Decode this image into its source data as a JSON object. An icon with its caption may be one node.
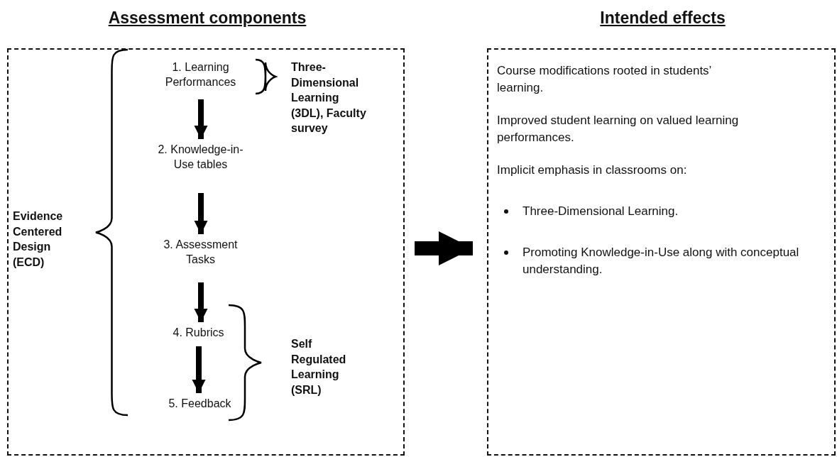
{
  "diagram": {
    "nodes": [
      {
        "text": [
          "Assessment components"
        ]
      },
      {
        "text": [
          "1. Learning Performances"
        ],
        "in": 0
      },
      {
        "text": [
          "2. Knowledge-in-Use tables"
        ],
        "in": 0
      },
      {
        "text": [
          "3. Assessment Tasks"
        ],
        "in": 0
      },
      {
        "text": [
          "4. Rubrics"
        ],
        "in": 0
      },
      {
        "text": [
          "5. Feedback"
        ],
        "in": 0
      },
      {
        "text": [
          "Intended effects",
          "Course modifications rooted in students’ learning.",
          "Improved student learning on valued learning performances.",
          "Implicit emphasis in classrooms on:",
          "Three-Dimensional Learning.",
          "Promoting Knowledge-in-Use along with conceptual understanding."
        ]
      }
    ],
    "edges": [
      {
        "from": 1,
        "to": 2,
        "arrow": "to"
      },
      {
        "from": 2,
        "to": 3,
        "arrow": "to"
      },
      {
        "from": 3,
        "to": 4,
        "arrow": "to"
      },
      {
        "from": 4,
        "to": 5,
        "arrow": "to"
      },
      {
        "from": 0,
        "to": 6,
        "arrow": "to",
        "style": "thick"
      }
    ],
    "labels": [
      "Three-Dimensional Learning (3DL), Faculty survey",
      "Evidence Centered Design (ECD)",
      "Self Regulated Learning (SRL)"
    ]
  }
}
